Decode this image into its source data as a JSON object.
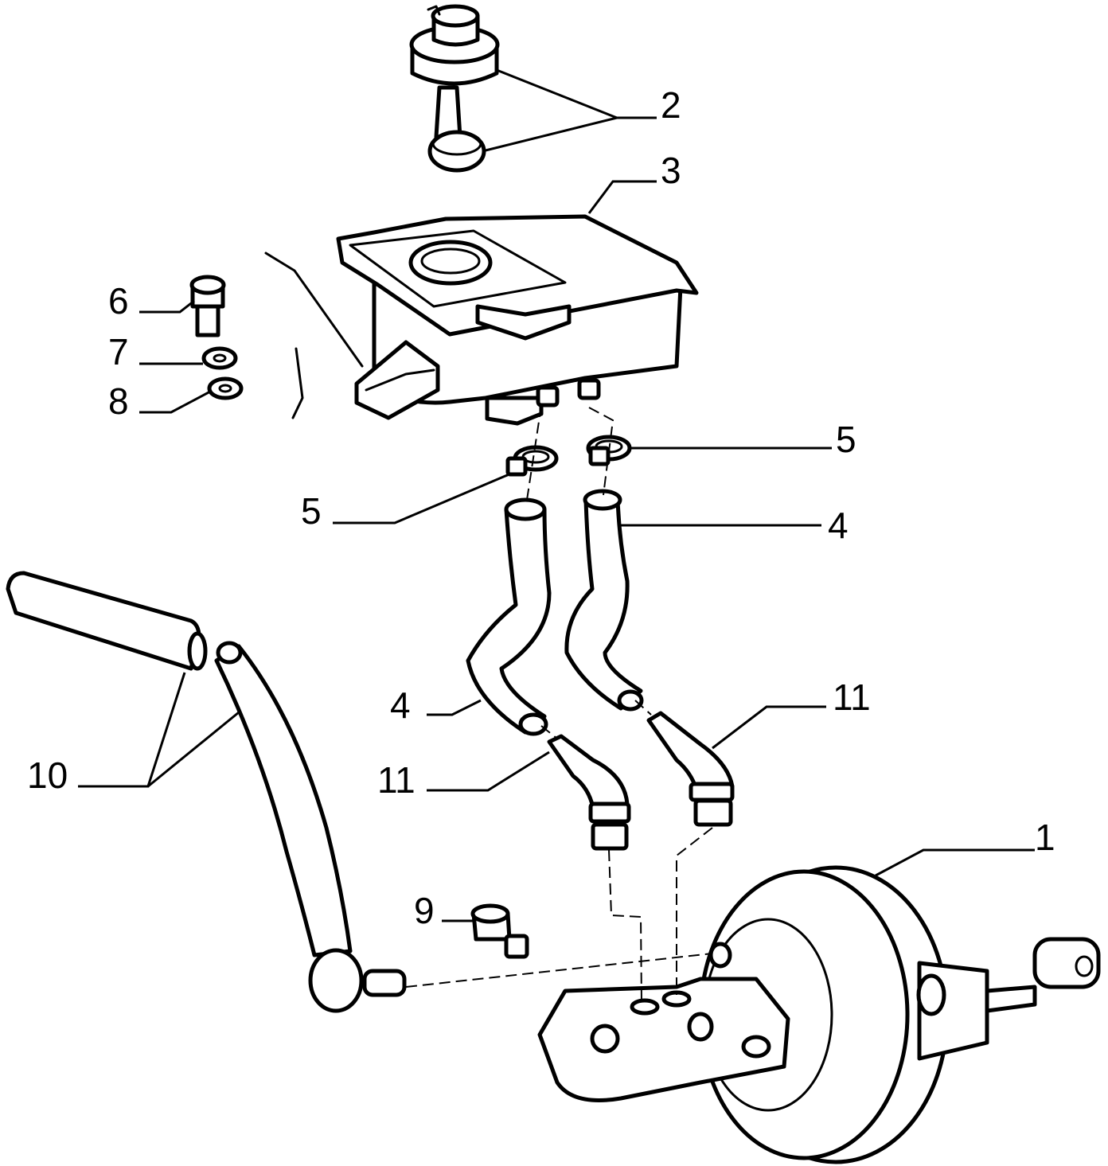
{
  "callouts": {
    "c1": "1",
    "c2": "2",
    "c3": "3",
    "c4a": "4",
    "c4b": "4",
    "c5a": "5",
    "c5b": "5",
    "c6": "6",
    "c7": "7",
    "c8": "8",
    "c9": "9",
    "c10": "10",
    "c11a": "11",
    "c11b": "11"
  },
  "colors": {
    "line": "#000000",
    "background": "#ffffff"
  }
}
